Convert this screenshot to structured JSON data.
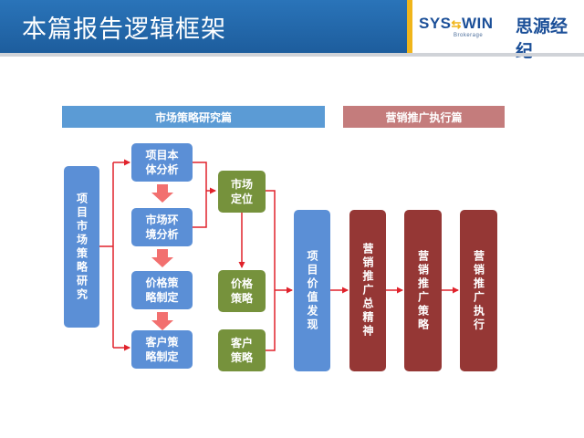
{
  "header": {
    "title": "本篇报告逻辑框架",
    "logo_en_left": "SYS",
    "logo_en_right": "WIN",
    "logo_sub": "Brokerage",
    "logo_cn": "思源经纪"
  },
  "bands": {
    "left": "市场策略研究篇",
    "right": "营销推广执行篇"
  },
  "nodes": {
    "research": "项目市场策略研究",
    "self_analysis": "项目本\n体分析",
    "env_analysis": "市场环\n境分析",
    "price_making": "价格策\n略制定",
    "customer_making": "客户策\n略制定",
    "positioning": "市场\n定位",
    "price_strategy": "价格\n策略",
    "customer_strategy": "客户\n策略",
    "value": "项目价值发现",
    "marketing_spirit": "营销推广总精神",
    "marketing_strategy": "营销推广策略",
    "marketing_exec": "营销推广执行"
  },
  "colors": {
    "blue": "#5b8fd6",
    "green": "#76923c",
    "darkred": "#953735",
    "connector": "#e0222b",
    "down_arrow": "#f2706f"
  }
}
